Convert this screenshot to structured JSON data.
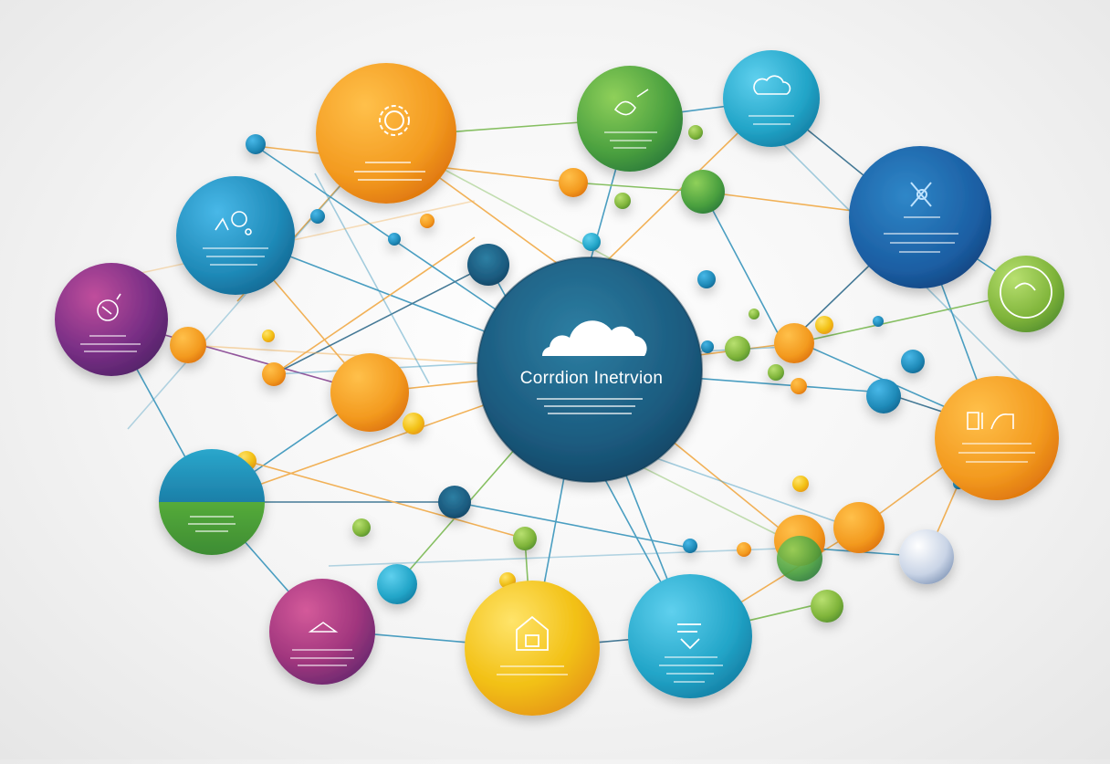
{
  "diagram": {
    "central_node": {
      "title": "Corrdion Inetrvion",
      "icon": "cloud-icon",
      "color": "#1d5f80"
    },
    "topic_nodes": [
      {
        "name": "topic-node-gear",
        "icon": "gear-icon",
        "color": "#f39a1f"
      },
      {
        "name": "topic-node-leaf",
        "icon": "leaf-icon",
        "color": "#4aa03f"
      },
      {
        "name": "topic-node-cloud",
        "icon": "cloud-icon",
        "color": "#22a5c8"
      },
      {
        "name": "topic-node-tools",
        "icon": "tools-icon",
        "color": "#1b63a8"
      },
      {
        "name": "topic-node-plant",
        "icon": "plant-icon",
        "color": "#1f8ab0"
      },
      {
        "name": "topic-node-compass",
        "icon": "compass-icon",
        "color": "#7a2f86"
      },
      {
        "name": "topic-node-ring",
        "icon": "ring-icon",
        "color": "#7fb43a"
      },
      {
        "name": "topic-node-building",
        "icon": "building-icon",
        "color": "#f08a20"
      },
      {
        "name": "topic-node-split",
        "icon": "wave-icon",
        "color": "#1d8fae"
      },
      {
        "name": "topic-node-house",
        "icon": "house-icon",
        "color": "#a1367e"
      },
      {
        "name": "topic-node-home",
        "icon": "home-icon",
        "color": "#f2b617"
      },
      {
        "name": "topic-node-document",
        "icon": "document-icon",
        "color": "#1ca3c3"
      }
    ],
    "palette": {
      "orange": "#f39a1f",
      "green": "#6bb23d",
      "blue": "#1f88b4",
      "navy": "#185a7e",
      "purple": "#7a2f86",
      "yellow": "#f2c014"
    }
  }
}
